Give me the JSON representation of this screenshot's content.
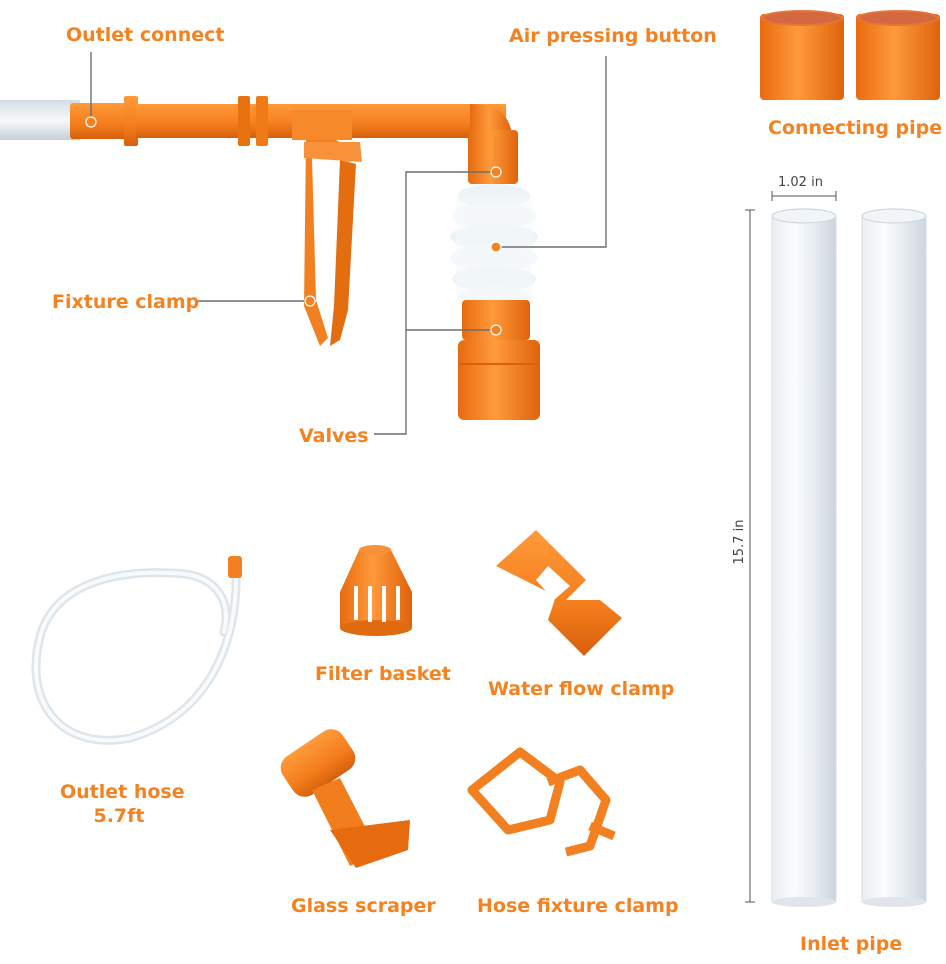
{
  "colors": {
    "accent": "#f58220",
    "accent_dark": "#d8640e",
    "label": "#f58220",
    "leader": "#6e6e6e",
    "clear_pipe": "#d7dee4",
    "text_dark": "#444444"
  },
  "labels": {
    "outlet_connect": "Outlet connect",
    "air_pressing_button": "Air pressing button",
    "connecting_pipe": "Connecting pipe",
    "fixture_clamp": "Fixture clamp",
    "valves": "Valves",
    "filter_basket": "Filter basket",
    "water_flow_clamp": "Water flow clamp",
    "outlet_hose_line1": "Outlet hose",
    "outlet_hose_line2": "5.7ft",
    "glass_scraper": "Glass scraper",
    "hose_fixture_clamp": "Hose fixture clamp",
    "inlet_pipe": "Inlet pipe"
  },
  "dimensions": {
    "pipe_diameter": "1.02 in",
    "pipe_length": "15.7 in"
  }
}
